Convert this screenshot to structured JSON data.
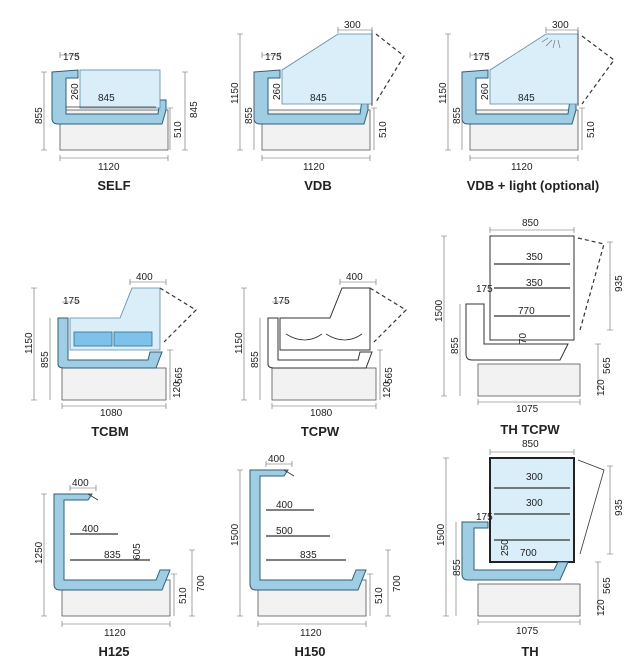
{
  "units": [
    {
      "caption": "SELF",
      "dims": [
        "175",
        "260",
        "845",
        "855",
        "845",
        "510",
        "1120"
      ]
    },
    {
      "caption": "VDB",
      "dims": [
        "300",
        "175",
        "1150",
        "855",
        "260",
        "845",
        "510",
        "1120"
      ]
    },
    {
      "caption": "VDB + light (optional)",
      "dims": [
        "300",
        "175",
        "1150",
        "855",
        "260",
        "845",
        "510",
        "1120"
      ]
    },
    {
      "caption": "TCBM",
      "dims": [
        "400",
        "175",
        "1150",
        "855",
        "565",
        "120",
        "1080"
      ]
    },
    {
      "caption": "TCPW",
      "dims": [
        "400",
        "175",
        "1150",
        "855",
        "565",
        "120",
        "1080"
      ]
    },
    {
      "caption": "TH TCPW",
      "dims": [
        "850",
        "350",
        "350",
        "175",
        "770",
        "70",
        "1500",
        "935",
        "855",
        "565",
        "120",
        "1075"
      ]
    },
    {
      "caption": "H125",
      "dims": [
        "400",
        "400",
        "835",
        "605",
        "1250",
        "510",
        "700",
        "1120"
      ]
    },
    {
      "caption": "H150",
      "dims": [
        "400",
        "400",
        "500",
        "835",
        "1500",
        "510",
        "700",
        "1120"
      ]
    },
    {
      "caption": "TH",
      "dims": [
        "850",
        "300",
        "175",
        "300",
        "700",
        "250",
        "1500",
        "935",
        "855",
        "565",
        "120",
        "1075"
      ]
    }
  ]
}
